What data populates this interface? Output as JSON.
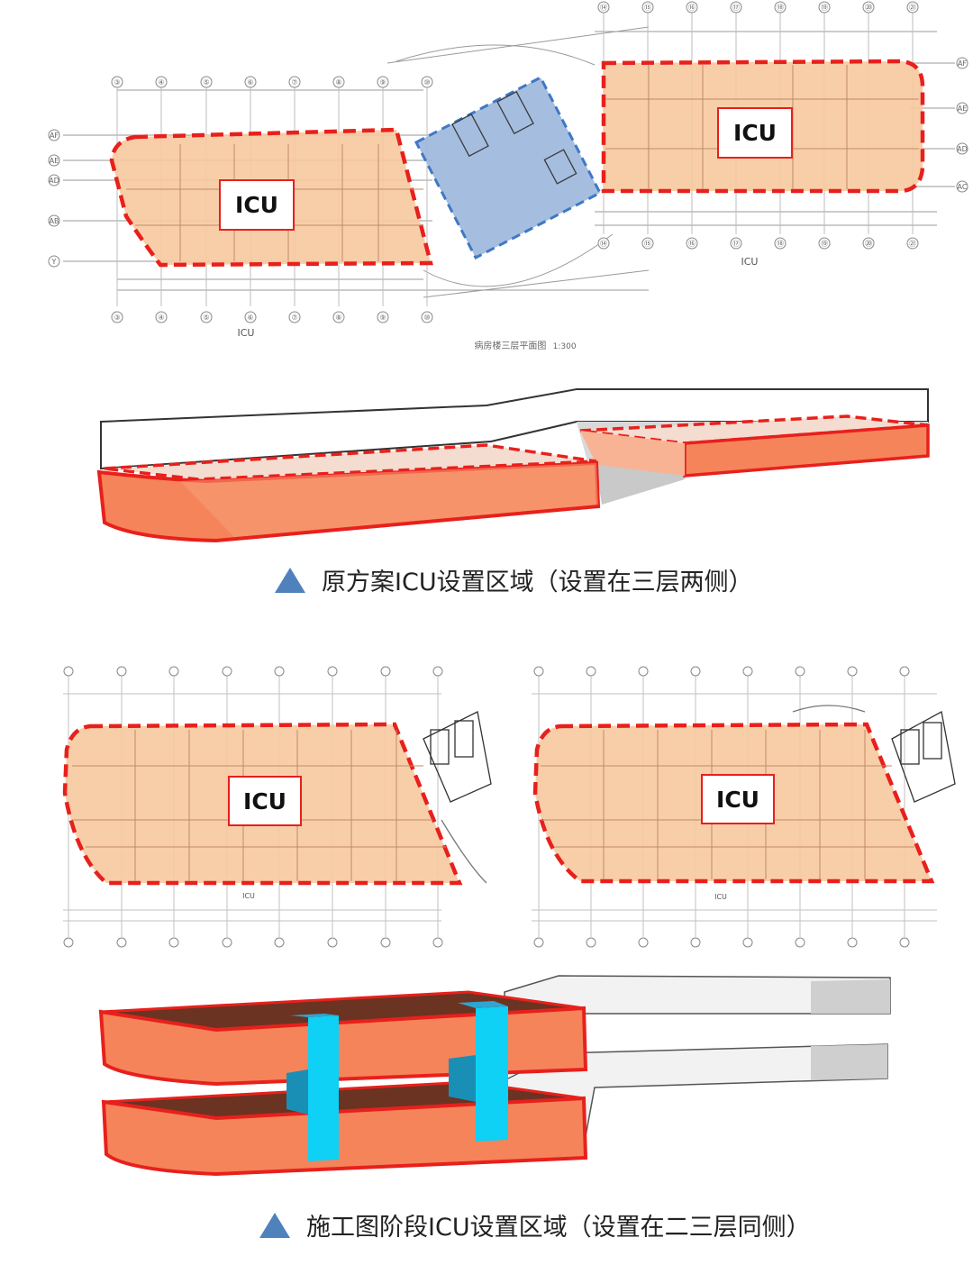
{
  "top_plan": {
    "icu_left": "ICU",
    "icu_right": "ICU",
    "under_label_left": "ICU",
    "under_label_right": "ICU",
    "plan_title": "病房楼三层平面图",
    "plan_scale": "1:300",
    "axis_top_left": [
      "③",
      "④",
      "⑤",
      "⑥",
      "⑦",
      "⑧",
      "⑨",
      "⑩"
    ],
    "axis_top_right": [
      "⑭",
      "⑮",
      "⑯",
      "⑰",
      "⑱",
      "⑲",
      "⑳",
      "㉑"
    ],
    "row_labels_left": [
      "AF",
      "AE",
      "AD",
      "AB",
      "Y"
    ],
    "row_labels_right": [
      "AF",
      "AE",
      "AD",
      "AC"
    ]
  },
  "captions": {
    "first": "原方案ICU设置区域（设置在三层两侧）",
    "second": "施工图阶段ICU设置区域（设置在二三层同侧）"
  },
  "bottom_plans": {
    "left_icu": "ICU",
    "right_icu": "ICU",
    "left_under": "ICU",
    "right_under": "ICU"
  },
  "colors": {
    "icu_fill": "#f7c9a0",
    "icu_border": "#e8201c",
    "core_fill": "#9bb7dc",
    "core_border": "#3f78c6",
    "block_orange": "#f5845a",
    "block_top": "#6b3322",
    "shaft_cyan": "#0fd0f5",
    "caption_triangle": "#4f81bd"
  }
}
